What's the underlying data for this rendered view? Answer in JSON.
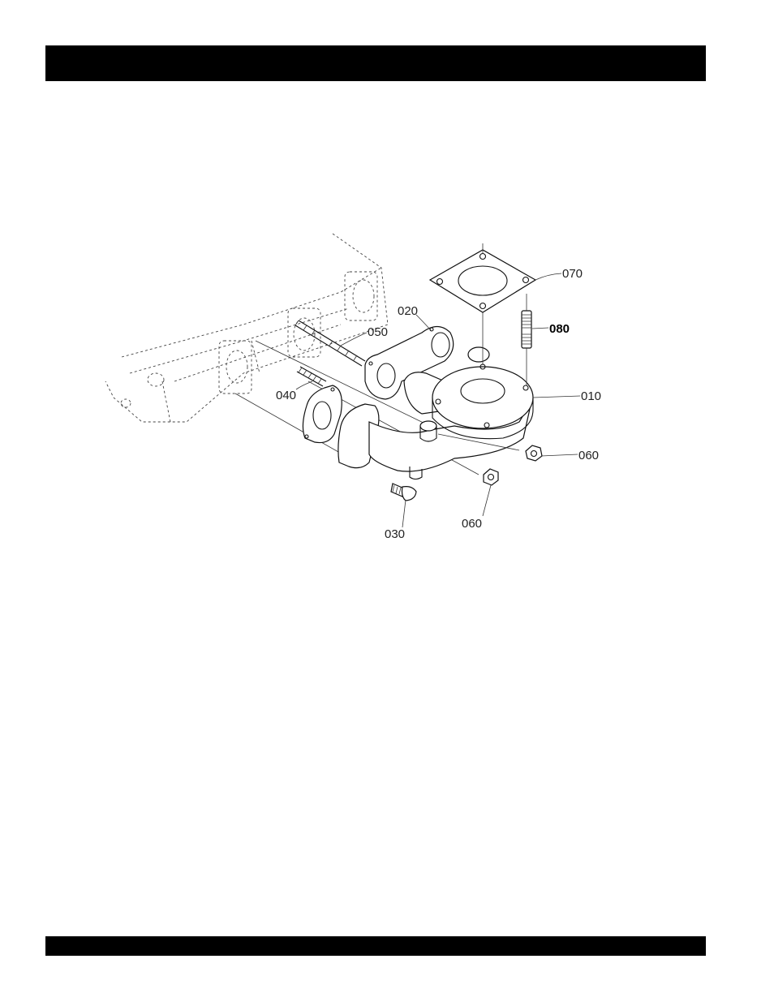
{
  "diagram": {
    "labels": {
      "p010": "010",
      "p020": "020",
      "p030": "030",
      "p040": "040",
      "p050": "050",
      "p060a": "060",
      "p060b": "060",
      "p070": "070",
      "p080": "080"
    }
  }
}
